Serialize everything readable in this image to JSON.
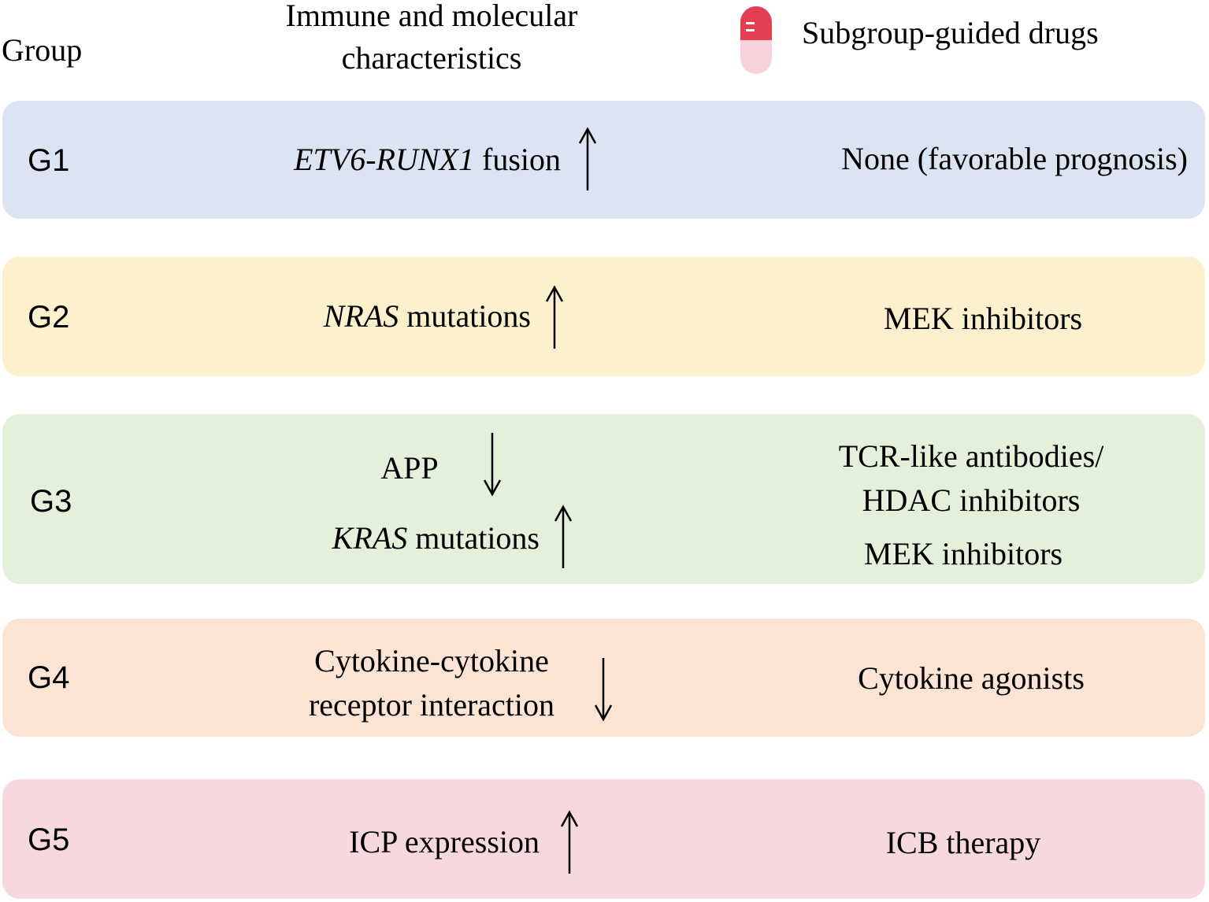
{
  "header": {
    "group": "Group",
    "characteristics_line1": "Immune and molecular",
    "characteristics_line2": "characteristics",
    "drugs": "Subgroup-guided drugs",
    "pill_icon": "capsule-icon"
  },
  "colors": {
    "g1": "#dce3f3",
    "g2": "#fdf0cd",
    "g3": "#e4f0da",
    "g4": "#fbe4d4",
    "g5": "#f8d8df",
    "pill_top": "#e43e52",
    "pill_bottom": "#f7d3d9"
  },
  "groups": [
    {
      "id": "G1",
      "characteristics": [
        {
          "italic": "ETV6-RUNX1",
          "text": " fusion",
          "direction": "up"
        }
      ],
      "drugs": [
        "None (favorable prognosis)"
      ]
    },
    {
      "id": "G2",
      "characteristics": [
        {
          "italic": "NRAS",
          "text": " mutations",
          "direction": "up"
        }
      ],
      "drugs": [
        "MEK inhibitors"
      ]
    },
    {
      "id": "G3",
      "characteristics": [
        {
          "text": "APP",
          "direction": "down"
        },
        {
          "italic": "KRAS",
          "text": " mutations",
          "direction": "up"
        }
      ],
      "drugs": [
        "TCR-like antibodies/",
        "HDAC inhibitors",
        "MEK inhibitors"
      ]
    },
    {
      "id": "G4",
      "characteristics": [
        {
          "text": "Cytokine-cytokine",
          "direction": "down"
        },
        {
          "text": "receptor interaction"
        }
      ],
      "drugs": [
        "Cytokine agonists"
      ]
    },
    {
      "id": "G5",
      "characteristics": [
        {
          "text": "ICP expression",
          "direction": "up"
        }
      ],
      "drugs": [
        "ICB therapy"
      ]
    }
  ]
}
